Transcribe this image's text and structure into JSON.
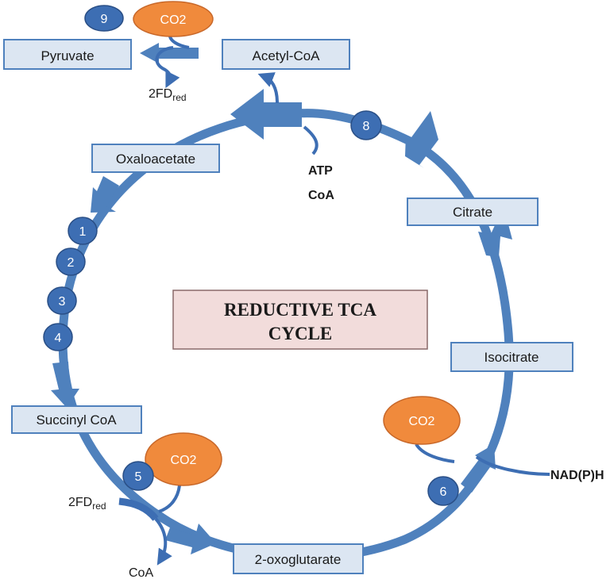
{
  "title": {
    "line1": "REDUCTIVE TCA",
    "line2": "CYCLE"
  },
  "metabolites": {
    "pyruvate": "Pyruvate",
    "acetyl_coa": "Acetyl-CoA",
    "oxaloacetate": "Oxaloacetate",
    "citrate": "Citrate",
    "isocitrate": "Isocitrate",
    "succinyl_coa": "Succinyl CoA",
    "oxoglutarate": "2-oxoglutarate"
  },
  "steps": [
    "1",
    "2",
    "3",
    "4",
    "5",
    "6",
    "8",
    "9"
  ],
  "co2_label": "CO2",
  "cofactors": {
    "atp": "ATP",
    "coa_bold": "CoA",
    "nadph": "NAD(P)H",
    "fd_main": "2FD",
    "fd_sub": "red",
    "coa": "CoA"
  },
  "colors": {
    "arrow": "#4f81bd",
    "step_circle": "#3d6eb3",
    "step_circle_border": "#2a4f86",
    "co2_fill": "#f08a3c",
    "box_fill": "#dce6f2",
    "box_border": "#4f81bd",
    "title_fill": "#f2dcdb"
  }
}
